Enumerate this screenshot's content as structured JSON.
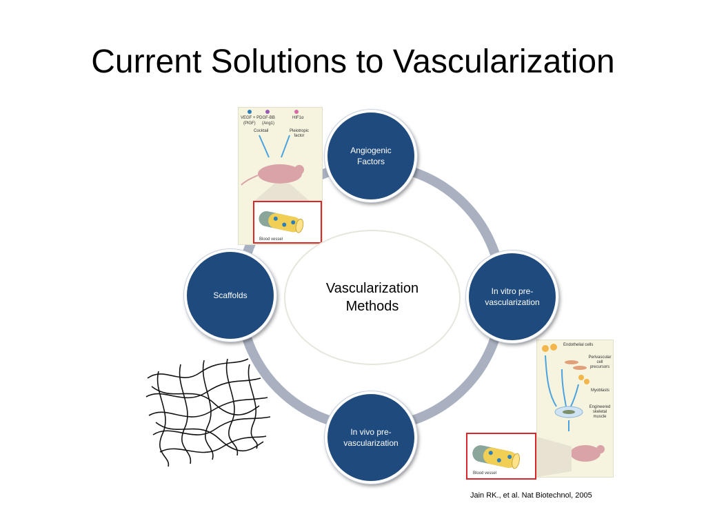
{
  "slide": {
    "title": "Current Solutions to Vascularization",
    "citation": "Jain RK., et al. Nat Biotechnol, 2005"
  },
  "diagram": {
    "center": "Vascularization Methods",
    "nodes": [
      {
        "id": "top",
        "label": "Angiogenic Factors"
      },
      {
        "id": "right",
        "label": "In vitro pre-vascularization"
      },
      {
        "id": "bottom",
        "label": "In vivo pre-vascularization"
      },
      {
        "id": "left",
        "label": "Scaffolds"
      }
    ]
  },
  "figure_top": {
    "legend": [
      "VEGF + PDGF-BB",
      "(PlGF)",
      "(Ang1)",
      "HIF1α"
    ],
    "cocktail": "Cocktail",
    "pleiotropic": "Pleiotropic factor",
    "vessel": "Blood vessel"
  },
  "figure_right": {
    "endothelial": "Endothelial cells",
    "perivascular": "Perivascular cell precursors",
    "myoblasts": "Myoblasts",
    "engineered": "Engineered skeletal muscle",
    "vessel": "Blood vessel"
  },
  "colors": {
    "node_fill": "#1f4a7d",
    "ring": "#a9b1c0",
    "highlight_box": "#d9262b"
  }
}
